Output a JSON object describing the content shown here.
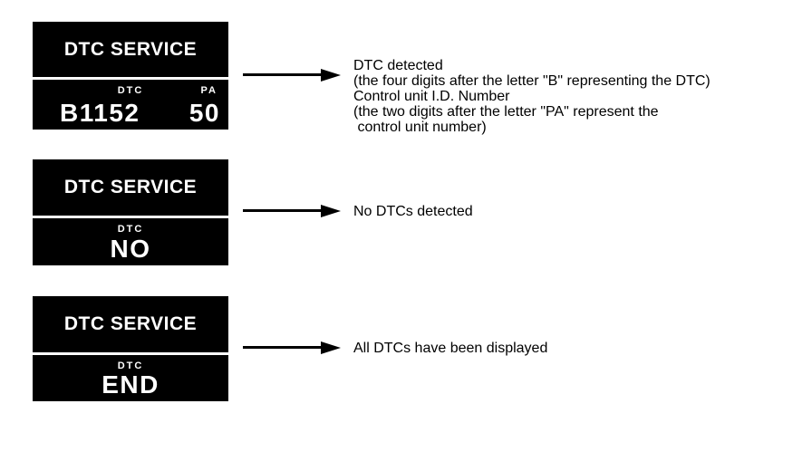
{
  "colors": {
    "page_background": "#ffffff",
    "screen_background": "#000000",
    "screen_text": "#ffffff",
    "annotation_text": "#000000"
  },
  "rows": [
    {
      "screen_title": "DTC SERVICE",
      "readout": {
        "fields": [
          {
            "label": "DTC",
            "value": "B1152"
          },
          {
            "label": "PA",
            "value": "50"
          }
        ]
      },
      "annotation": "DTC detected\n(the four digits after the letter \"B\" representing the DTC)\nControl unit I.D. Number\n(the two digits after the letter \"PA\" represent the\n control unit number)"
    },
    {
      "screen_title": "DTC SERVICE",
      "readout": {
        "fields": [
          {
            "label": "DTC",
            "value": "NO"
          }
        ]
      },
      "annotation": "No DTCs detected"
    },
    {
      "screen_title": "DTC SERVICE",
      "readout": {
        "fields": [
          {
            "label": "DTC",
            "value": "END"
          }
        ]
      },
      "annotation": "All DTCs have been displayed"
    }
  ]
}
